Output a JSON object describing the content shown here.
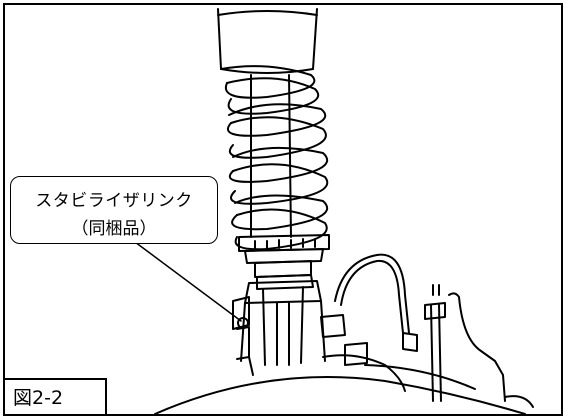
{
  "callout": {
    "line1": "スタビライザリンク",
    "line2": "（同梱品）"
  },
  "figure": {
    "label": "図2-2"
  }
}
